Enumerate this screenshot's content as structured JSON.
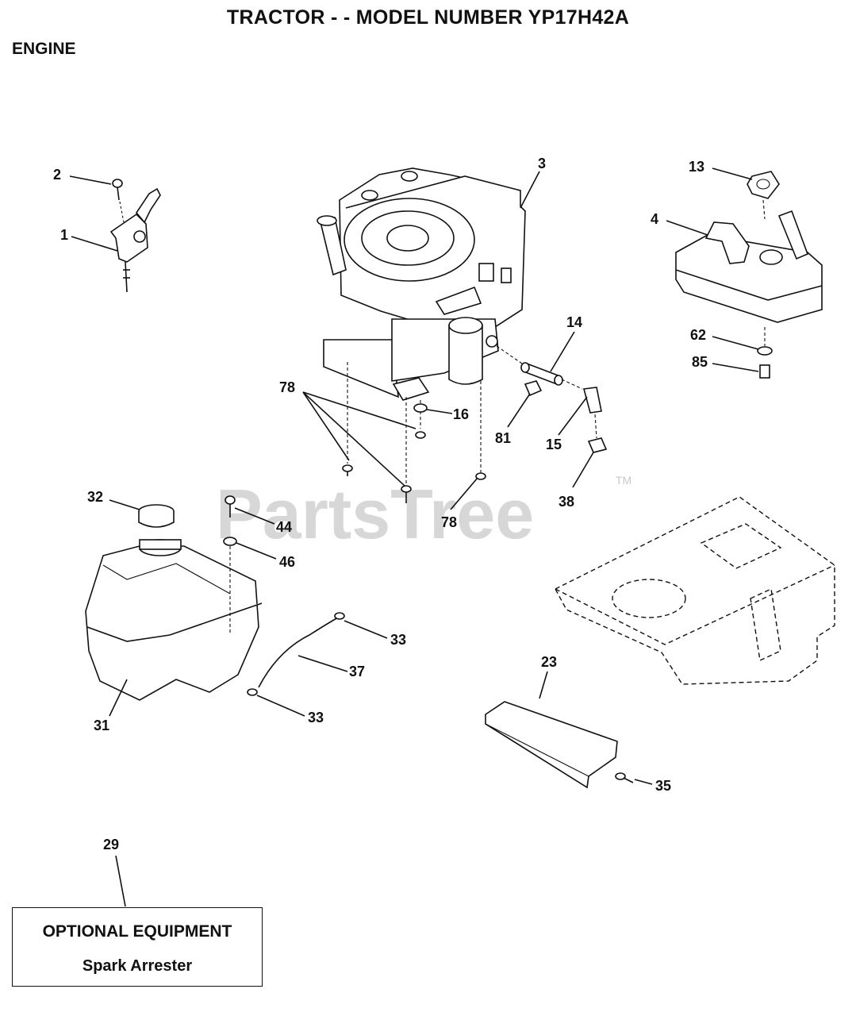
{
  "header": {
    "title": "TRACTOR - - MODEL NUMBER YP17H42A",
    "section": "ENGINE"
  },
  "watermark": {
    "text": "PartsTree",
    "trademark": "TM"
  },
  "optional_box": {
    "heading": "OPTIONAL EQUIPMENT",
    "item": "Spark Arrester"
  },
  "callouts": {
    "p1": "1",
    "p2": "2",
    "p3": "3",
    "p4": "4",
    "p13": "13",
    "p14": "14",
    "p15": "15",
    "p16": "16",
    "p23": "23",
    "p29": "29",
    "p31": "31",
    "p32": "32",
    "p33a": "33",
    "p33b": "33",
    "p35": "35",
    "p37": "37",
    "p38": "38",
    "p44": "44",
    "p46": "46",
    "p62": "62",
    "p78a": "78",
    "p78b": "78",
    "p81": "81",
    "p85": "85"
  }
}
